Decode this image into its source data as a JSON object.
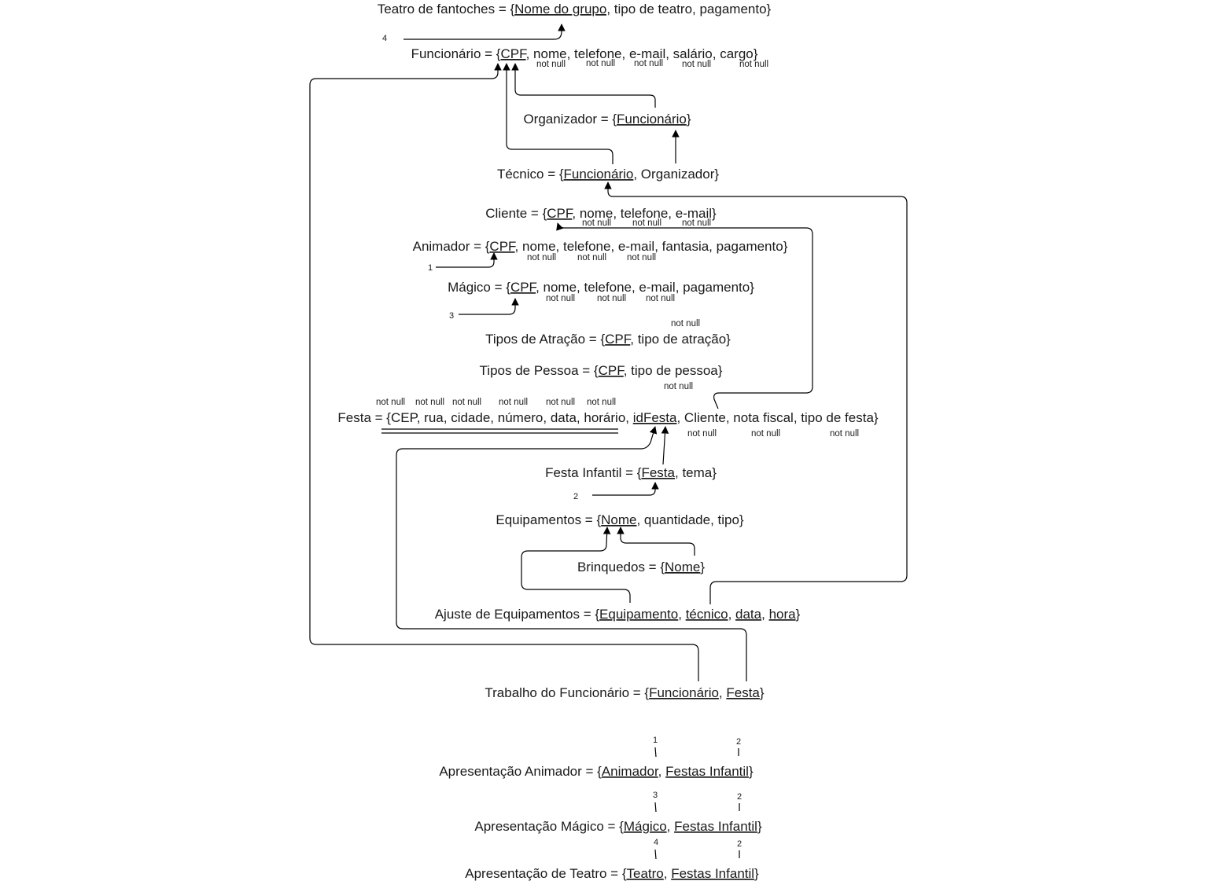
{
  "relations": [
    {
      "id": "teatro",
      "parts": [
        {
          "t": "Teatro de fantoches  = {"
        },
        {
          "t": "Nome do grupo,",
          "u": true
        },
        {
          "t": " tipo de teatro, pagamento}"
        }
      ]
    },
    {
      "id": "funcionario",
      "parts": [
        {
          "t": "Funcionário = {"
        },
        {
          "t": "CPF",
          "u": true
        },
        {
          "t": ", nome, telefone, e-mail, salário, cargo}"
        }
      ]
    },
    {
      "id": "organizador",
      "parts": [
        {
          "t": "Organizador = {"
        },
        {
          "t": "Funcionário",
          "u": true
        },
        {
          "t": "}"
        }
      ]
    },
    {
      "id": "tecnico",
      "parts": [
        {
          "t": "Técnico = {"
        },
        {
          "t": "Funcionário",
          "u": true
        },
        {
          "t": ", Organizador}"
        }
      ]
    },
    {
      "id": "cliente",
      "parts": [
        {
          "t": "Cliente = {"
        },
        {
          "t": "CPF",
          "u": true
        },
        {
          "t": ", nome, telefone, e-mail}"
        }
      ]
    },
    {
      "id": "animador",
      "parts": [
        {
          "t": "Animador = {"
        },
        {
          "t": "CPF",
          "u": true
        },
        {
          "t": ", nome, telefone, e-mail, fantasia, pagamento}"
        }
      ]
    },
    {
      "id": "magico",
      "parts": [
        {
          "t": "Mágico = {"
        },
        {
          "t": "CPF",
          "u": true
        },
        {
          "t": ", nome, telefone, e-mail, pagamento}"
        }
      ]
    },
    {
      "id": "tipos-atracao",
      "parts": [
        {
          "t": "Tipos de Atração = {"
        },
        {
          "t": "CPF",
          "u": true
        },
        {
          "t": ", tipo de atração}"
        }
      ]
    },
    {
      "id": "tipos-pessoa",
      "parts": [
        {
          "t": "Tipos de Pessoa = {"
        },
        {
          "t": "CPF",
          "u": true
        },
        {
          "t": ", tipo de pessoa}"
        }
      ]
    },
    {
      "id": "festa",
      "parts": [
        {
          "t": "Festa = {CEP, rua, cidade, número, data, horário, "
        },
        {
          "t": "idFesta",
          "u": true
        },
        {
          "t": ", Cliente, nota fiscal, tipo de festa}"
        }
      ]
    },
    {
      "id": "festa-infantil",
      "parts": [
        {
          "t": "Festa Infantil = {"
        },
        {
          "t": "Festa",
          "u": true
        },
        {
          "t": ", tema}"
        }
      ]
    },
    {
      "id": "equipamentos",
      "parts": [
        {
          "t": "Equipamentos = {"
        },
        {
          "t": "Nome",
          "u": true
        },
        {
          "t": ", quantidade, tipo}"
        }
      ]
    },
    {
      "id": "brinquedos",
      "parts": [
        {
          "t": "Brinquedos = {"
        },
        {
          "t": "Nome",
          "u": true
        },
        {
          "t": "}"
        }
      ]
    },
    {
      "id": "ajuste",
      "parts": [
        {
          "t": "Ajuste de Equipamentos = {"
        },
        {
          "t": "Equipamento",
          "u": true
        },
        {
          "t": ", "
        },
        {
          "t": "técnico",
          "u": true
        },
        {
          "t": ", "
        },
        {
          "t": "data",
          "u": true
        },
        {
          "t": ", "
        },
        {
          "t": "hora",
          "u": true
        },
        {
          "t": "}"
        }
      ]
    },
    {
      "id": "trabalho",
      "parts": [
        {
          "t": "Trabalho do Funcionário = {"
        },
        {
          "t": "Funcionário",
          "u": true
        },
        {
          "t": ", "
        },
        {
          "t": "Festa",
          "u": true
        },
        {
          "t": "}"
        }
      ]
    },
    {
      "id": "apres-animador",
      "parts": [
        {
          "t": "Apresentação Animador = {"
        },
        {
          "t": "Animador",
          "u": true
        },
        {
          "t": ", "
        },
        {
          "t": "Festas Infantil",
          "u": true
        },
        {
          "t": "}"
        }
      ]
    },
    {
      "id": "apres-magico",
      "parts": [
        {
          "t": "Apresentação Mágico = {"
        },
        {
          "t": "Mágico",
          "u": true
        },
        {
          "t": ", "
        },
        {
          "t": "Festas Infantil",
          "u": true
        },
        {
          "t": "}"
        }
      ]
    },
    {
      "id": "apres-teatro",
      "parts": [
        {
          "t": "Apresentação de Teatro = {"
        },
        {
          "t": "Teatro",
          "u": true
        },
        {
          "t": ", "
        },
        {
          "t": "Festas Infantil",
          "u": true
        },
        {
          "t": "}"
        }
      ]
    }
  ],
  "not_null_label": "not null",
  "reference_numbers": [
    "4",
    "1",
    "3",
    "2",
    "1",
    "2",
    "3",
    "2",
    "4",
    "2"
  ]
}
